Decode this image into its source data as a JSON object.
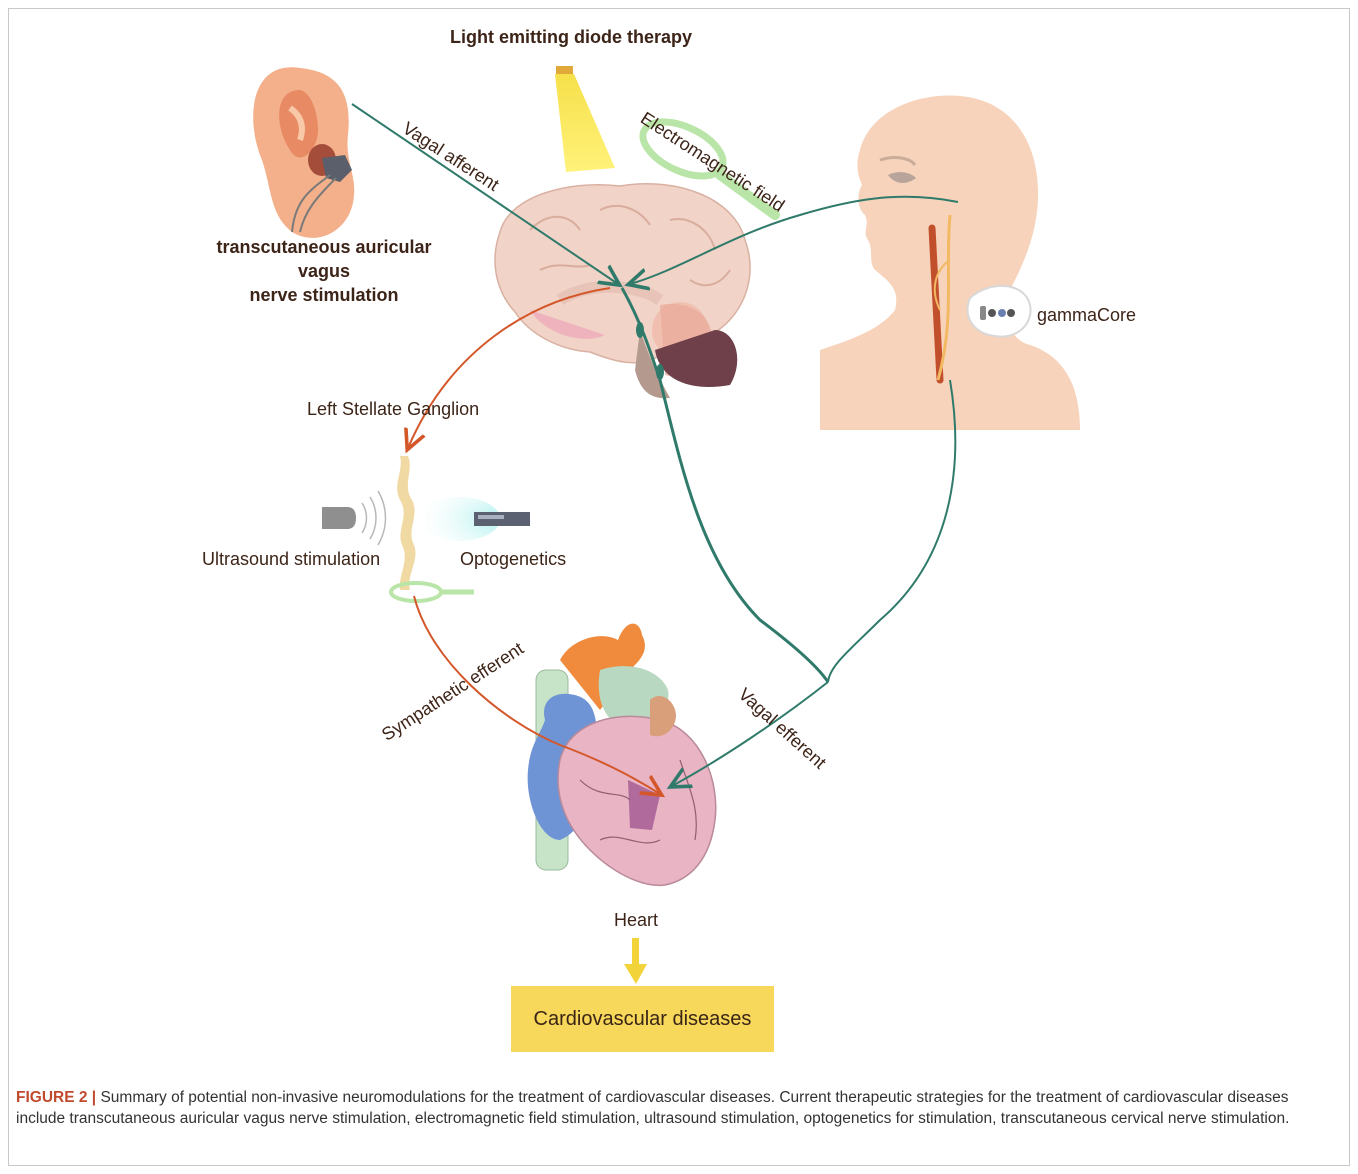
{
  "labels": {
    "led": "Light emitting diode therapy",
    "taVNS": [
      "transcutaneous auricular",
      "vagus",
      "nerve stimulation"
    ],
    "vagal_afferent": "Vagal afferent",
    "electromagnetic": "Electromagnetic field",
    "gammacore": "gammaCore",
    "left_stellate": "Left Stellate Ganglion",
    "ultrasound": "Ultrasound stimulation",
    "optogenetics": "Optogenetics",
    "sympathetic": "Sympathetic efferent",
    "vagal_efferent": "Vagal efferent",
    "heart": "Heart",
    "cvd": "Cardiovascular diseases"
  },
  "caption": {
    "figure_label": "FIGURE 2 |",
    "text": "Summary of potential non-invasive neuromodulations for the treatment of cardiovascular diseases. Current therapeutic strategies for the treatment of cardiovascular diseases include transcutaneous auricular vagus nerve stimulation, electromagnetic field stimulation, ultrasound stimulation, optogenetics for stimulation, transcutaneous cervical nerve stimulation."
  },
  "colors": {
    "vagal_line": "#2f7a6a",
    "sympathetic_line": "#d4572a",
    "ear": "#f3b08a",
    "skin": "#f6d3ba",
    "brain": "#f1d3c8",
    "heart": "#e9b4c4",
    "aorta": "#f08a3c",
    "vein": "#6f94d6",
    "highlight_box": "#f7d85a",
    "coil": "#b9e6a8"
  }
}
